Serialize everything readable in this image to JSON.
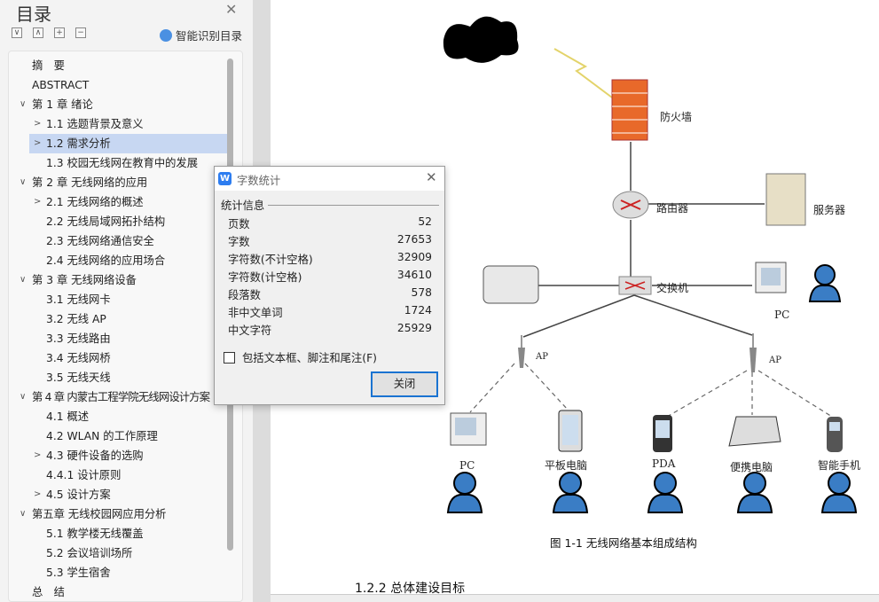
{
  "toc": {
    "title": "目录",
    "smart_label": "智能识别目录",
    "items": [
      {
        "label": "摘　要",
        "level": 1,
        "chev": ""
      },
      {
        "label": "ABSTRACT",
        "level": 1,
        "chev": ""
      },
      {
        "label": "第 1 章  绪论",
        "level": 1,
        "chev": "∨"
      },
      {
        "label": "1.1 选题背景及意义",
        "level": 2,
        "chev": ">"
      },
      {
        "label": "1.2 需求分析",
        "level": 2,
        "chev": ">",
        "selected": true
      },
      {
        "label": "1.3 校园无线网在教育中的发展",
        "level": 2,
        "chev": ""
      },
      {
        "label": "第 2 章  无线网络的应用",
        "level": 1,
        "chev": "∨"
      },
      {
        "label": "2.1 无线网络的概述",
        "level": 2,
        "chev": ">"
      },
      {
        "label": "2.2 无线局域网拓扑结构",
        "level": 2,
        "chev": ""
      },
      {
        "label": "2.3 无线网络通信安全",
        "level": 2,
        "chev": ""
      },
      {
        "label": "2.4 无线网络的应用场合",
        "level": 2,
        "chev": ""
      },
      {
        "label": "第 3 章  无线网络设备",
        "level": 1,
        "chev": "∨"
      },
      {
        "label": "3.1 无线网卡",
        "level": 2,
        "chev": ""
      },
      {
        "label": "3.2 无线 AP",
        "level": 2,
        "chev": ""
      },
      {
        "label": "3.3 无线路由",
        "level": 2,
        "chev": ""
      },
      {
        "label": "3.4 无线网桥",
        "level": 2,
        "chev": ""
      },
      {
        "label": "3.5 无线天线",
        "level": 2,
        "chev": ""
      },
      {
        "label": "第 4 章  内蒙古工程学院无线网设计方案",
        "level": 1,
        "chev": "∨"
      },
      {
        "label": "4.1 概述",
        "level": 2,
        "chev": ""
      },
      {
        "label": "4.2 WLAN 的工作原理",
        "level": 2,
        "chev": ""
      },
      {
        "label": "4.3 硬件设备的选购",
        "level": 2,
        "chev": ">"
      },
      {
        "label": "4.4.1 设计原则",
        "level": 2,
        "chev": ""
      },
      {
        "label": "4.5 设计方案",
        "level": 2,
        "chev": ">"
      },
      {
        "label": "第五章  无线校园网应用分析",
        "level": 1,
        "chev": "∨"
      },
      {
        "label": "5.1 教学楼无线覆盖",
        "level": 2,
        "chev": ""
      },
      {
        "label": "5.2 会议培训场所",
        "level": 2,
        "chev": ""
      },
      {
        "label": "5.3 学生宿舍",
        "level": 2,
        "chev": ""
      },
      {
        "label": "总　结",
        "level": 1,
        "chev": ""
      }
    ]
  },
  "dialog": {
    "title": "字数统计",
    "group": "统计信息",
    "stats": [
      {
        "label": "页数",
        "value": "52"
      },
      {
        "label": "字数",
        "value": "27653"
      },
      {
        "label": "字符数(不计空格)",
        "value": "32909"
      },
      {
        "label": "字符数(计空格)",
        "value": "34610"
      },
      {
        "label": "段落数",
        "value": "578"
      },
      {
        "label": "非中文单词",
        "value": "1724"
      },
      {
        "label": "中文字符",
        "value": "25929"
      }
    ],
    "checkbox_label": "包括文本框、脚注和尾注(F)",
    "checked": false,
    "close_label": "关闭"
  },
  "diagram": {
    "firewall": "防火墙",
    "router": "路由器",
    "server": "服务器",
    "switch": "交换机",
    "pc_top": "PC",
    "ap_left": "AP",
    "ap_right": "AP",
    "devices": [
      "PC",
      "平板电脑",
      "PDA",
      "便携电脑",
      "智能手机"
    ],
    "caption": "图 1-1  无线网络基本组成结构"
  },
  "doc": {
    "heading": "1.2.2 总体建设目标"
  }
}
